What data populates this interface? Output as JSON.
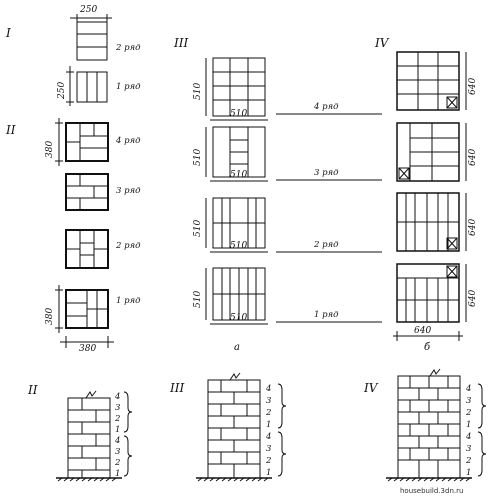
{
  "sections": {
    "I": "I",
    "II": "II",
    "III": "III",
    "IV": "IV",
    "II_elev": "II",
    "III_elev": "III",
    "IV_elev": "IV"
  },
  "rows": {
    "r1": "1 ряд",
    "r2": "2 ряд",
    "r3": "3 ряд",
    "r4": "4 ряд"
  },
  "dims": {
    "d250": "250",
    "d380": "380",
    "d510": "510",
    "d640": "640"
  },
  "subfig": {
    "a": "а",
    "b": "б"
  },
  "course_numbers": [
    "4",
    "3",
    "2",
    "1",
    "4",
    "3",
    "2",
    "1"
  ],
  "watermark": "housebuild.3dn.ru"
}
